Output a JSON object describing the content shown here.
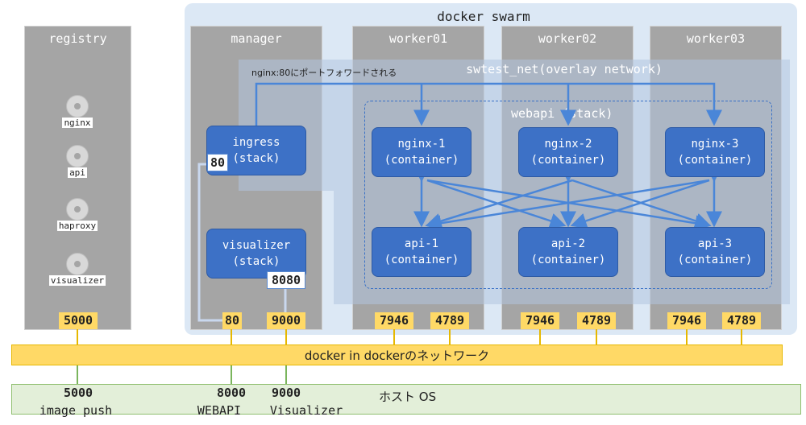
{
  "swarm": {
    "label": "docker swarm"
  },
  "registry": {
    "title": "registry",
    "images": [
      "nginx",
      "api",
      "haproxy",
      "visualizer"
    ],
    "port": "5000"
  },
  "manager": {
    "title": "manager",
    "ingress": {
      "line1": "ingress",
      "line2": "(stack)",
      "port": "80"
    },
    "visualizer": {
      "line1": "visualizer",
      "line2": "(stack)",
      "port": "8080"
    },
    "ports": [
      "80",
      "9000"
    ]
  },
  "workers": [
    {
      "title": "worker01",
      "ports": [
        "7946",
        "4789"
      ]
    },
    {
      "title": "worker02",
      "ports": [
        "7946",
        "4789"
      ]
    },
    {
      "title": "worker03",
      "ports": [
        "7946",
        "4789"
      ]
    }
  ],
  "network": {
    "label": "swtest_net(overlay network)",
    "note": "nginx:80にポートフォワードされる"
  },
  "webapi": {
    "label": "webapi  (stack)",
    "nginx": [
      {
        "line1": "nginx-1",
        "line2": "(container)"
      },
      {
        "line1": "nginx-2",
        "line2": "(container)"
      },
      {
        "line1": "nginx-3",
        "line2": "(container)"
      }
    ],
    "api": [
      {
        "line1": "api-1",
        "line2": "(container)"
      },
      {
        "line1": "api-2",
        "line2": "(container)"
      },
      {
        "line1": "api-3",
        "line2": "(container)"
      }
    ]
  },
  "dind": {
    "label": "docker in dockerのネットワーク"
  },
  "host": {
    "label": "ホスト OS",
    "ports": [
      {
        "port": "5000",
        "caption": "image push"
      },
      {
        "port": "8000",
        "caption": "WEBAPI"
      },
      {
        "port": "9000",
        "caption": "Visualizer"
      }
    ]
  },
  "colors": {
    "container": "#3d71c6",
    "port": "#ffd966",
    "swarm": "#dce8f5",
    "host": "#e3efd9",
    "node": "#a5a5a5"
  }
}
